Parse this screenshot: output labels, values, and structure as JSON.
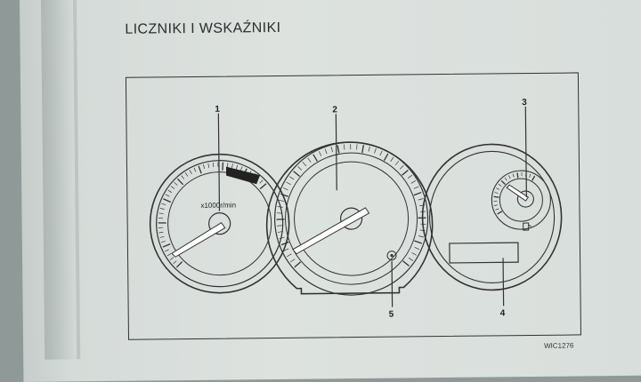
{
  "heading": "LICZNIKI I WSKAŹNIKI",
  "figure_code": "WIC1276",
  "tachometer_unit": "x1000r/min",
  "callouts": [
    "1",
    "2",
    "3",
    "4",
    "5"
  ]
}
